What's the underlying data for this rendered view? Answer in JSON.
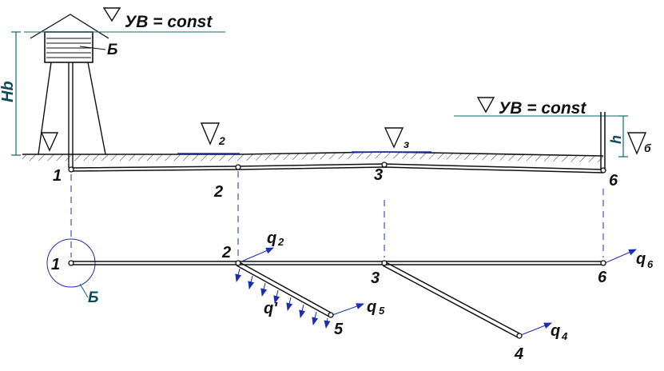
{
  "labels": {
    "uv_top": "УВ = const",
    "uv_right": "УВ = const",
    "tank_b_top": "Б",
    "tank_b_bottom": "Б",
    "hb": "Hb",
    "h": "h",
    "nabla_2": "2",
    "nabla_3": "з",
    "nabla_6": "б",
    "profile_node_1": "1",
    "profile_node_2": "2",
    "profile_node_3": "3",
    "profile_node_6": "6",
    "plan_node_1": "1",
    "plan_node_2": "2",
    "plan_node_3": "3",
    "plan_node_4": "4",
    "plan_node_5": "5",
    "plan_node_6": "6",
    "q2": "q",
    "q2_sub": "2",
    "q4": "q",
    "q4_sub": "4",
    "q5": "q",
    "q5_sub": "5",
    "q6": "q",
    "q6_sub": "6",
    "q_prime": "q'"
  },
  "colors": {
    "line": "#111111",
    "flow_arrow": "#1a2db8",
    "dimension": "#0e6a6a"
  }
}
